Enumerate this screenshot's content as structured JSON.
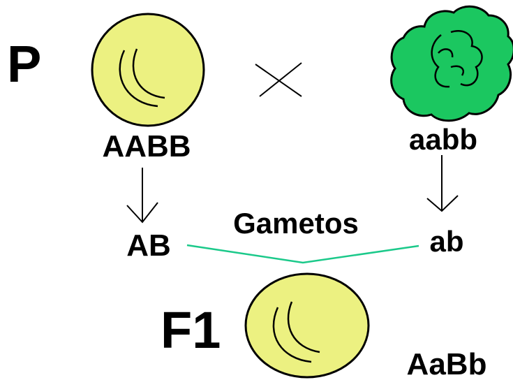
{
  "parental": {
    "generation_label": "P",
    "cross_symbol": "×",
    "dominant_genotype": "AABB",
    "recessive_genotype": "aabb",
    "dominant_pea": "yellow-smooth-pea",
    "recessive_pea": "green-wrinkled-pea"
  },
  "gametes": {
    "title": "Gametos",
    "dominant_gamete": "AB",
    "recessive_gamete": "ab"
  },
  "filial": {
    "generation_label": "F1",
    "genotype": "AaBb",
    "pea": "yellow-smooth-pea"
  },
  "colors": {
    "yellow_pea_fill": "#ecf181",
    "green_pea_fill": "#1bc760",
    "outline": "#000000",
    "gamete_line": "#1bc98a"
  }
}
